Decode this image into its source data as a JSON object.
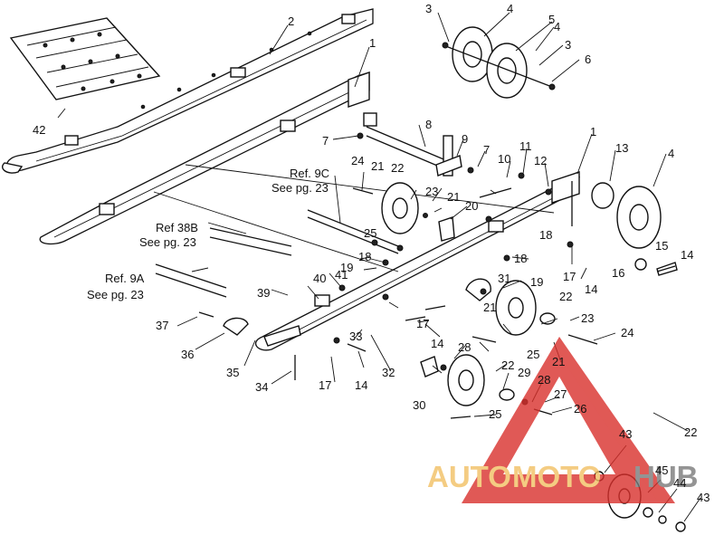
{
  "refs": {
    "r9c_line1": "Ref. 9C",
    "r9c_line2": "See pg. 23",
    "r38b_line1": "Ref 38B",
    "r38b_line2": "See pg. 23",
    "r9a_line1": "Ref. 9A",
    "r9a_line2": "See pg. 23"
  },
  "watermark": {
    "auto": "AUTO",
    "moto": "MOTO",
    "hub": "HUB",
    "colors": {
      "red": "#d9302c",
      "gold": "#f2c063",
      "gray": "#7a7a7a"
    }
  },
  "labels": {
    "l1a": "1",
    "l1b": "1",
    "l2": "2",
    "l3a": "3",
    "l3b": "3",
    "l4a": "4",
    "l4b": "4",
    "l4c": "4",
    "l5": "5",
    "l6": "6",
    "l7a": "7",
    "l7b": "7",
    "l8": "8",
    "l9": "9",
    "l10": "10",
    "l11": "11",
    "l12": "12",
    "l13": "13",
    "l14a": "14",
    "l14b": "14",
    "l14c": "14",
    "l14d": "14",
    "l15": "15",
    "l16": "16",
    "l17a": "17",
    "l17b": "17",
    "l17c": "17",
    "l18a": "18",
    "l18b": "18",
    "l18c": "18",
    "l19a": "19",
    "l19b": "19",
    "l20": "20",
    "l21a": "21",
    "l21b": "21",
    "l21c": "21",
    "l21d": "21",
    "l22a": "22",
    "l22b": "22",
    "l22c": "22",
    "l22d": "22",
    "l23a": "23",
    "l23b": "23",
    "l24a": "24",
    "l24b": "24",
    "l25a": "25",
    "l25b": "25",
    "l25c": "25",
    "l26": "26",
    "l27": "27",
    "l28a": "28",
    "l28b": "28",
    "l29": "29",
    "l30": "30",
    "l31": "31",
    "l32": "32",
    "l33": "33",
    "l34": "34",
    "l35": "35",
    "l36": "36",
    "l37": "37",
    "l39": "39",
    "l40": "40",
    "l41": "41",
    "l42": "42",
    "l43a": "43",
    "l43b": "43",
    "l44": "44",
    "l45": "45"
  }
}
